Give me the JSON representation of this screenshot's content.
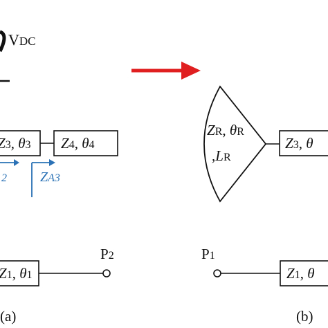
{
  "colors": {
    "line": "#111111",
    "accent_blue": "#2a72b5",
    "arrow_red": "#e02020"
  },
  "icons": {
    "transition_arrow": "right-arrow-icon",
    "source": "dc-source-icon",
    "ground": "ground-icon",
    "port": "port-terminal-icon"
  },
  "left": {
    "vdc": {
      "main": "V",
      "sub": "DC"
    },
    "tl3": {
      "z": "Z",
      "z_sub": "3",
      "sep": ", ",
      "theta": "θ",
      "theta_sub": "3"
    },
    "tl4": {
      "z": "Z",
      "z_sub": "4",
      "sep": ", ",
      "theta": "θ",
      "theta_sub": "4"
    },
    "za2": {
      "sub": "2"
    },
    "za3": {
      "z": "Z",
      "sub": "A3"
    },
    "tl1": {
      "z": "Z",
      "z_sub": "1",
      "sep": ", ",
      "theta": "θ",
      "theta_sub": "1"
    },
    "p2": {
      "p": "P",
      "sub": "2"
    },
    "caption": "(a)"
  },
  "right": {
    "radial_stub": {
      "z": "Z",
      "z_sub": "R",
      "sep": ", ",
      "theta": "θ",
      "theta_sub": "R",
      "comma": ",",
      "l": "L",
      "l_sub": "R"
    },
    "tl3": {
      "z": "Z",
      "z_sub": "3",
      "sep": ", ",
      "theta": "θ"
    },
    "tl1": {
      "z": "Z",
      "z_sub": "1",
      "sep": ", ",
      "theta": "θ"
    },
    "p1": {
      "p": "P",
      "sub": "1"
    },
    "caption": "(b)"
  }
}
